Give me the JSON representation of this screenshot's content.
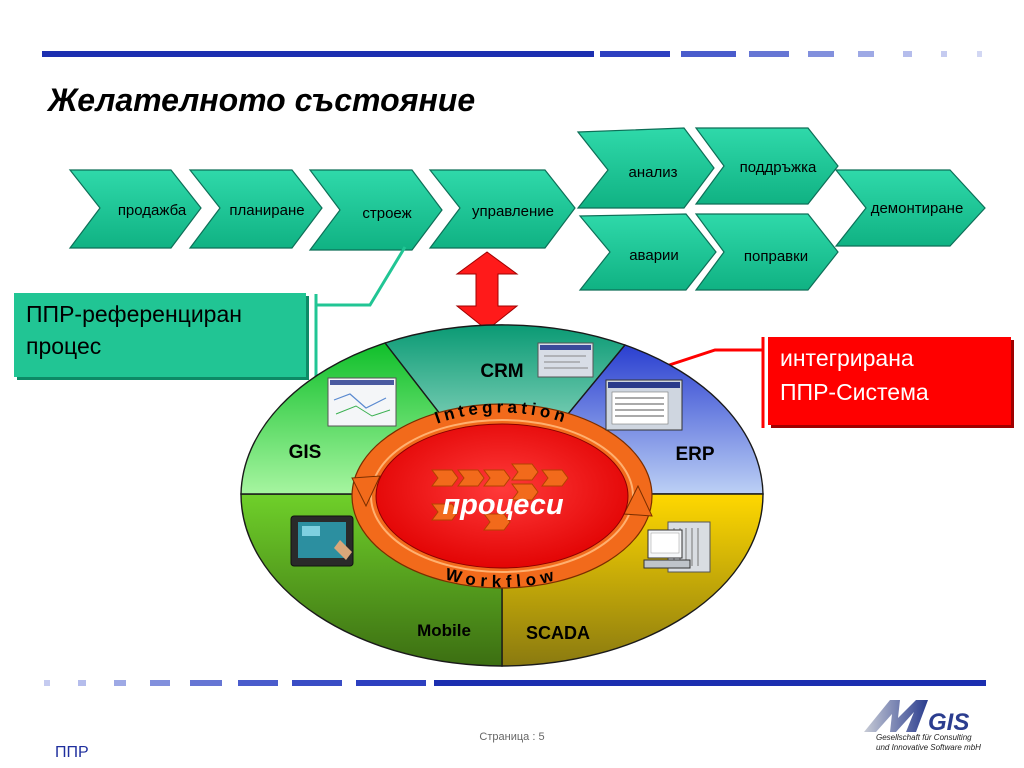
{
  "title": "Желателното състояние",
  "lifecycle": {
    "steps": [
      "продажба",
      "планиране",
      "строеж",
      "управление"
    ],
    "branch_top": [
      "анализ",
      "поддръжка"
    ],
    "branch_bottom": [
      "аварии",
      "поправки"
    ],
    "final": "демонтиране"
  },
  "callouts": {
    "left": [
      "ППР-референциран",
      "процес"
    ],
    "right": [
      "интегрирана",
      "ППР-Система"
    ]
  },
  "wheel": {
    "segments": [
      "CRM",
      "ERP",
      "SCADA",
      "Mobile",
      "GIS"
    ],
    "ring_top": "Integration",
    "ring_bottom": "Workflow",
    "center": "процеси"
  },
  "logo": {
    "mark": "MGIS",
    "line1": "Gesellschaft für Consulting",
    "line2": "und Innovative Software mbH"
  },
  "footer": {
    "page": "Страница : 5",
    "left": "ППР"
  },
  "colors": {
    "bar_blue": "#1c2fb0",
    "chevron_fill": "#1fc79a",
    "callout_green": "#21c594",
    "callout_red": "#ff0000",
    "arrow_red": "#ff1a1a",
    "ring_orange": "#f26a1b",
    "center_red": "#ff1010"
  }
}
